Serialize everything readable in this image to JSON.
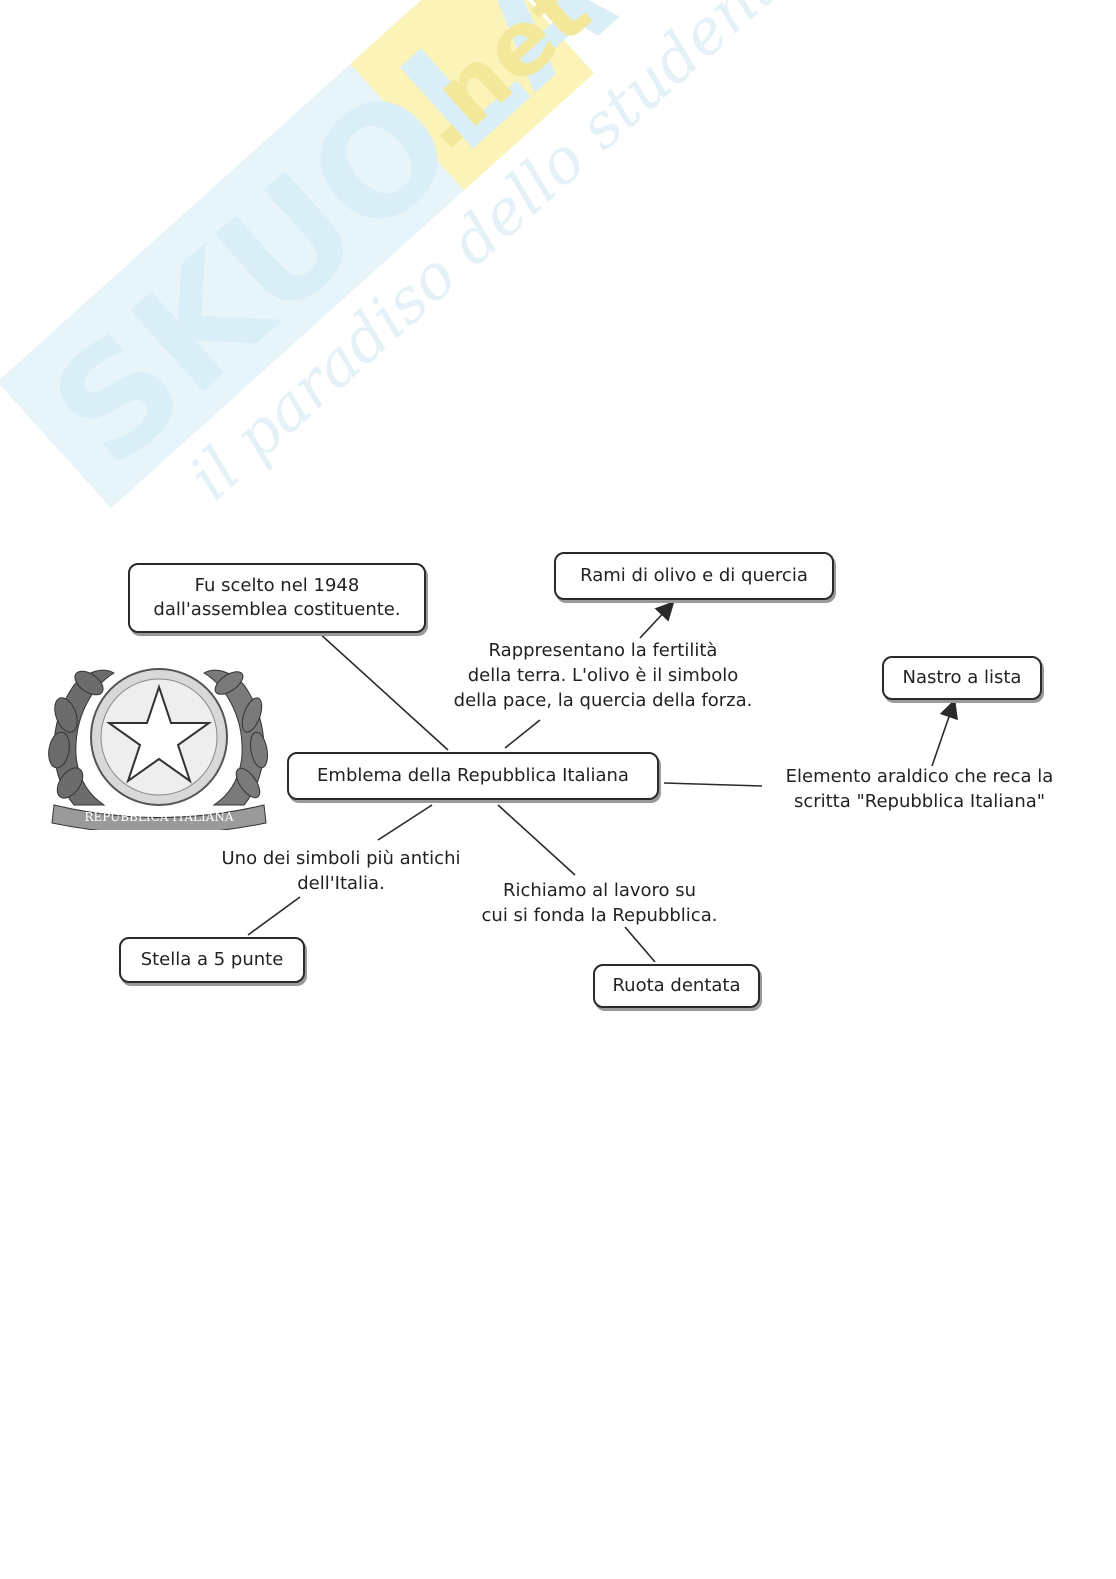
{
  "watermark": {
    "brand": "SKUOLA",
    "brand_suffix": ".net",
    "tagline": "il paradiso dello studente"
  },
  "emblem": {
    "ribbon_text": "REPUBBLICA ITALIANA"
  },
  "concept_map": {
    "center": "Emblema della Repubblica Italiana",
    "nodes": {
      "origin": "Fu scelto nel 1948\ndall'assemblea costituente.",
      "branches": "Rami di olivo e di quercia",
      "ribbon": "Nastro a lista",
      "star": "Stella a 5 punte",
      "wheel": "Ruota dentata"
    },
    "links": {
      "branches": "Rappresentano la fertilità\ndella terra. L'olivo è il simbolo\ndella pace, la quercia della forza.",
      "ribbon": "Elemento araldico che reca la\nscritta \"Repubblica Italiana\"",
      "star": "Uno dei simboli più antichi\ndell'Italia.",
      "wheel": "Richiamo al lavoro su\ncui si fonda la Repubblica."
    }
  },
  "colors": {
    "watermark_blue": "#d6eef8",
    "watermark_yellow": "#fbf3b8",
    "line": "#2a2a2a"
  }
}
